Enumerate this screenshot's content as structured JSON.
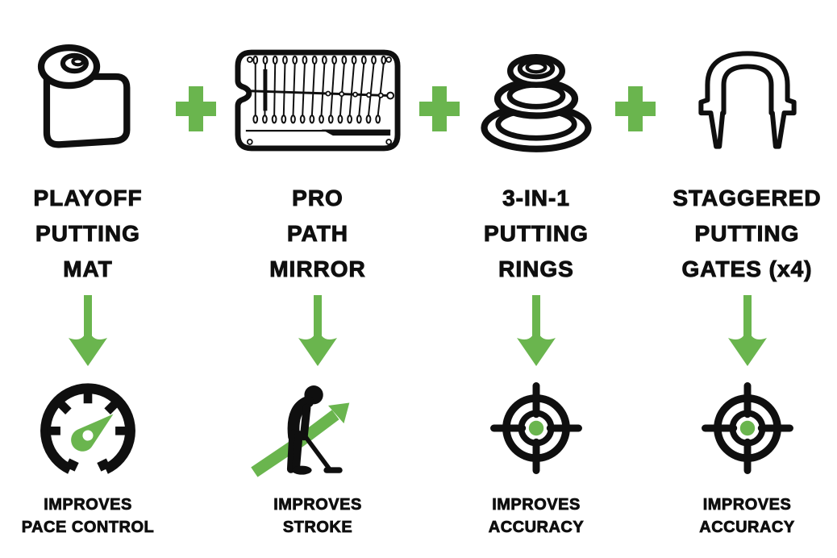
{
  "colors": {
    "green": "#6ab54e",
    "black": "#0f0f0f",
    "background": "#ffffff"
  },
  "products": [
    {
      "icon": "putting-mat",
      "title_lines": [
        "PLAYOFF",
        "PUTTING",
        "MAT"
      ],
      "benefit_icon": "speedometer",
      "benefit_lines": [
        "IMPROVES",
        "PACE CONTROL"
      ]
    },
    {
      "icon": "putting-mirror",
      "title_lines": [
        "PRO",
        "PATH",
        "MIRROR"
      ],
      "benefit_icon": "golfer-upward-arrow",
      "benefit_lines": [
        "IMPROVES",
        "STROKE"
      ]
    },
    {
      "icon": "putting-rings",
      "title_lines": [
        "3-IN-1",
        "PUTTING",
        "RINGS"
      ],
      "benefit_icon": "target",
      "benefit_lines": [
        "IMPROVES",
        "ACCURACY"
      ]
    },
    {
      "icon": "putting-gate",
      "title_lines": [
        "STAGGERED",
        "PUTTING",
        "GATES (x4)"
      ],
      "benefit_icon": "target",
      "benefit_lines": [
        "IMPROVES",
        "ACCURACY"
      ]
    }
  ],
  "separators": [
    "plus",
    "plus",
    "plus"
  ],
  "flow_arrows": [
    "down",
    "down",
    "down",
    "down"
  ]
}
